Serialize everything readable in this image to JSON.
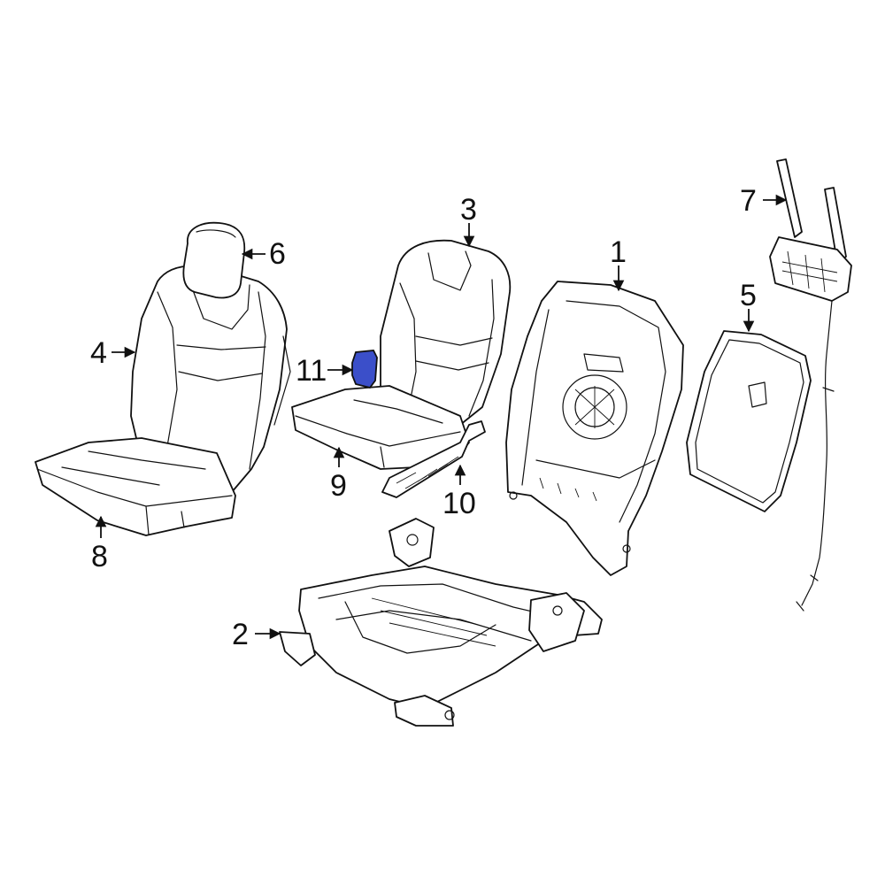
{
  "callouts": {
    "c1": "1",
    "c2": "2",
    "c3": "3",
    "c4": "4",
    "c5": "5",
    "c6": "6",
    "c7": "7",
    "c8": "8",
    "c9": "9",
    "c10": "10",
    "c11": "11"
  },
  "colors": {
    "line": "#111111",
    "background": "#ffffff",
    "highlight": "#3b4fc9"
  }
}
